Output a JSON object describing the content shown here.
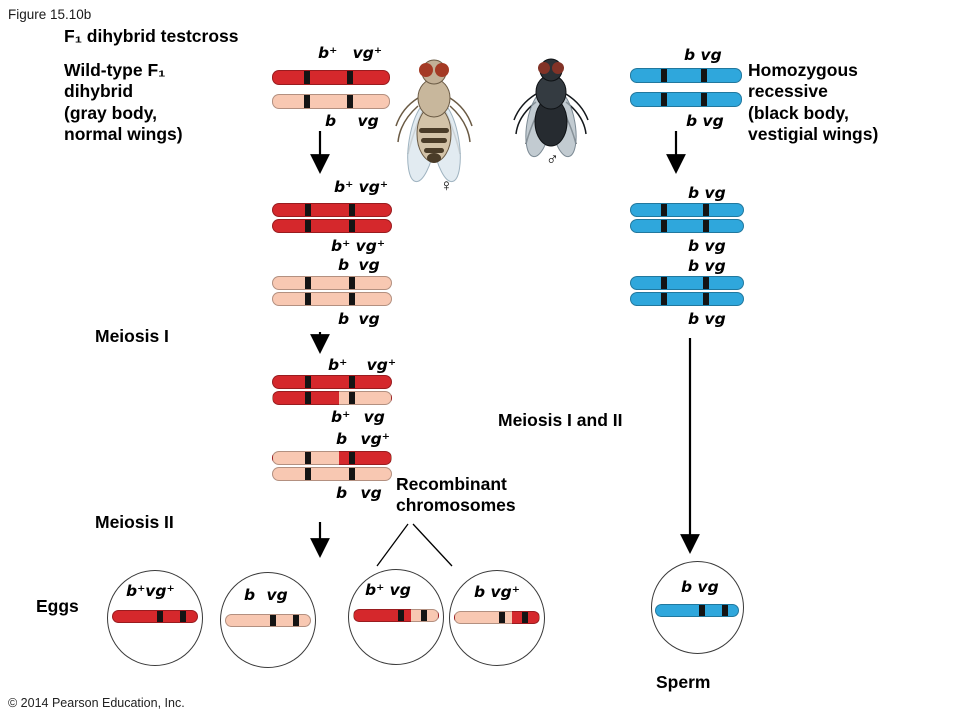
{
  "figure_label": "Figure 15.10b",
  "title": "F₁ dihybrid testcross",
  "copyright": "© 2014 Pearson Education, Inc.",
  "colors": {
    "red": "#d5282c",
    "pink": "#f8c8b2",
    "blue": "#2fa7dc",
    "band": "#141414"
  },
  "left_column": {
    "parent_description": "Wild-type F₁\ndihybrid\n(gray body,\nnormal wings)",
    "sex_symbol": "♀",
    "parental": {
      "top": "b⁺ vg⁺",
      "bottom": "b vg"
    },
    "replicated": {
      "above": "b⁺ vg⁺",
      "red_bottom": "b⁺ vg⁺",
      "pink_top": "b vg",
      "pink_bottom": "b vg"
    },
    "meiosis1": "Meiosis I",
    "crossover": {
      "red_top": "b⁺ vg⁺",
      "red_bottom": "b⁺ vg",
      "pink_top": "b vg⁺",
      "pink_bottom": "b vg"
    },
    "meiosis2": "Meiosis II",
    "eggs_label": "Eggs",
    "eggs": [
      "b⁺vg⁺",
      "b vg",
      "b⁺ vg",
      "b vg⁺"
    ]
  },
  "right_column": {
    "parent_description": "Homozygous\nrecessive\n(black body,\nvestigial wings)",
    "sex_symbol": "♂",
    "parental": {
      "top": "b vg",
      "bottom": "b vg"
    },
    "replicated": [
      "b vg",
      "b vg",
      "b vg",
      "b vg"
    ],
    "meiosis": "Meiosis I and II",
    "sperm_label": "Sperm",
    "sperm": "b vg"
  },
  "annotations": {
    "recombinant": "Recombinant\nchromosomes"
  }
}
